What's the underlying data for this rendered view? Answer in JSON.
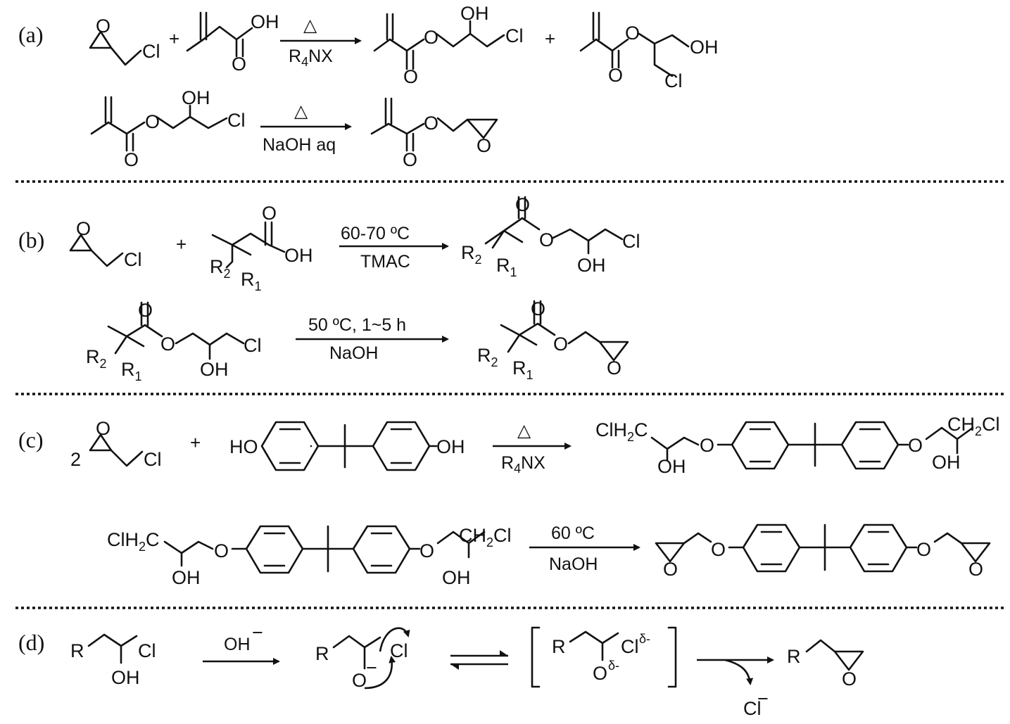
{
  "panels": {
    "a": {
      "label": "(a)",
      "r1": {
        "reactant1": {
          "cl": "Cl",
          "o_ring": "O"
        },
        "plus1": "+",
        "reactant2": {
          "oh": "OH",
          "o": "O"
        },
        "cond_above": "△",
        "cond_below": "R4NX",
        "product1": {
          "oh": "OH",
          "cl": "Cl",
          "o_ester": "O",
          "o_carbonyl": "O"
        },
        "plus2": "+",
        "product2": {
          "o_ester": "O",
          "o_carbonyl": "O",
          "oh": "OH",
          "cl": "Cl"
        }
      },
      "r2": {
        "reactant": {
          "oh": "OH",
          "cl": "Cl",
          "o_ester": "O",
          "o_carbonyl": "O"
        },
        "cond_above": "△",
        "cond_below": "NaOH aq",
        "product": {
          "o_ester": "O",
          "o_carbonyl": "O",
          "o_ring": "O"
        }
      }
    },
    "b": {
      "label": "(b)",
      "r1": {
        "reactant1": {
          "cl": "Cl",
          "o_ring": "O"
        },
        "plus": "+",
        "reactant2": {
          "o": "O",
          "oh": "OH",
          "r2": "R",
          "r2_sub": "2",
          "r1": "R",
          "r1_sub": "1"
        },
        "cond_above": "60-70 ºC",
        "cond_below": "TMAC",
        "product": {
          "o_carbonyl": "O",
          "o_ester": "O",
          "cl": "Cl",
          "oh": "OH",
          "r2": "R",
          "r2_sub": "2",
          "r1": "R",
          "r1_sub": "1"
        }
      },
      "r2": {
        "reactant": {
          "o_carbonyl": "O",
          "o_ester": "O",
          "cl": "Cl",
          "oh": "OH",
          "r2": "R",
          "r2_sub": "2",
          "r1": "R",
          "r1_sub": "1"
        },
        "cond_above": "50 ºC, 1~5 h",
        "cond_below": "NaOH",
        "product": {
          "o_carbonyl": "O",
          "o_ester": "O",
          "o_ring": "O",
          "r2": "R",
          "r2_sub": "2",
          "r1": "R",
          "r1_sub": "1"
        }
      }
    },
    "c": {
      "label": "(c)",
      "r1": {
        "coefficient": "2",
        "reactant1": {
          "cl": "Cl",
          "o_ring": "O"
        },
        "plus": "+",
        "reactant2": {
          "ho": "HO",
          "oh": "OH"
        },
        "cond_above": "△",
        "cond_below": "R4NX",
        "product": {
          "clh2c": "ClH2C",
          "oh_left": "OH",
          "o_left": "O",
          "o_right": "O",
          "ch2cl": "CH2Cl",
          "oh_right": "OH"
        }
      },
      "r2": {
        "reactant": {
          "clh2c": "ClH2C",
          "oh_left": "OH",
          "o_left": "O",
          "o_right": "O",
          "ch2cl": "CH2Cl",
          "oh_right": "OH"
        },
        "cond_above": "60 ºC",
        "cond_below": "NaOH",
        "product": {
          "o_ring_left": "O",
          "o_left": "O",
          "o_right": "O",
          "o_ring_right": "O"
        }
      }
    },
    "d": {
      "label": "(d)",
      "reactant": {
        "r": "R",
        "cl": "Cl",
        "oh": "OH"
      },
      "reagent": "OH",
      "reagent_charge": "−",
      "intermediate": {
        "r": "R",
        "cl": "Cl",
        "o": "O",
        "charge": "−"
      },
      "transition_state": {
        "r": "R",
        "cl": "Cl",
        "cl_delta": "δ-",
        "o": "O",
        "o_delta": "δ-"
      },
      "product": {
        "r": "R",
        "o_ring": "O"
      },
      "leaving_group": "Cl",
      "leaving_charge": "−"
    }
  }
}
